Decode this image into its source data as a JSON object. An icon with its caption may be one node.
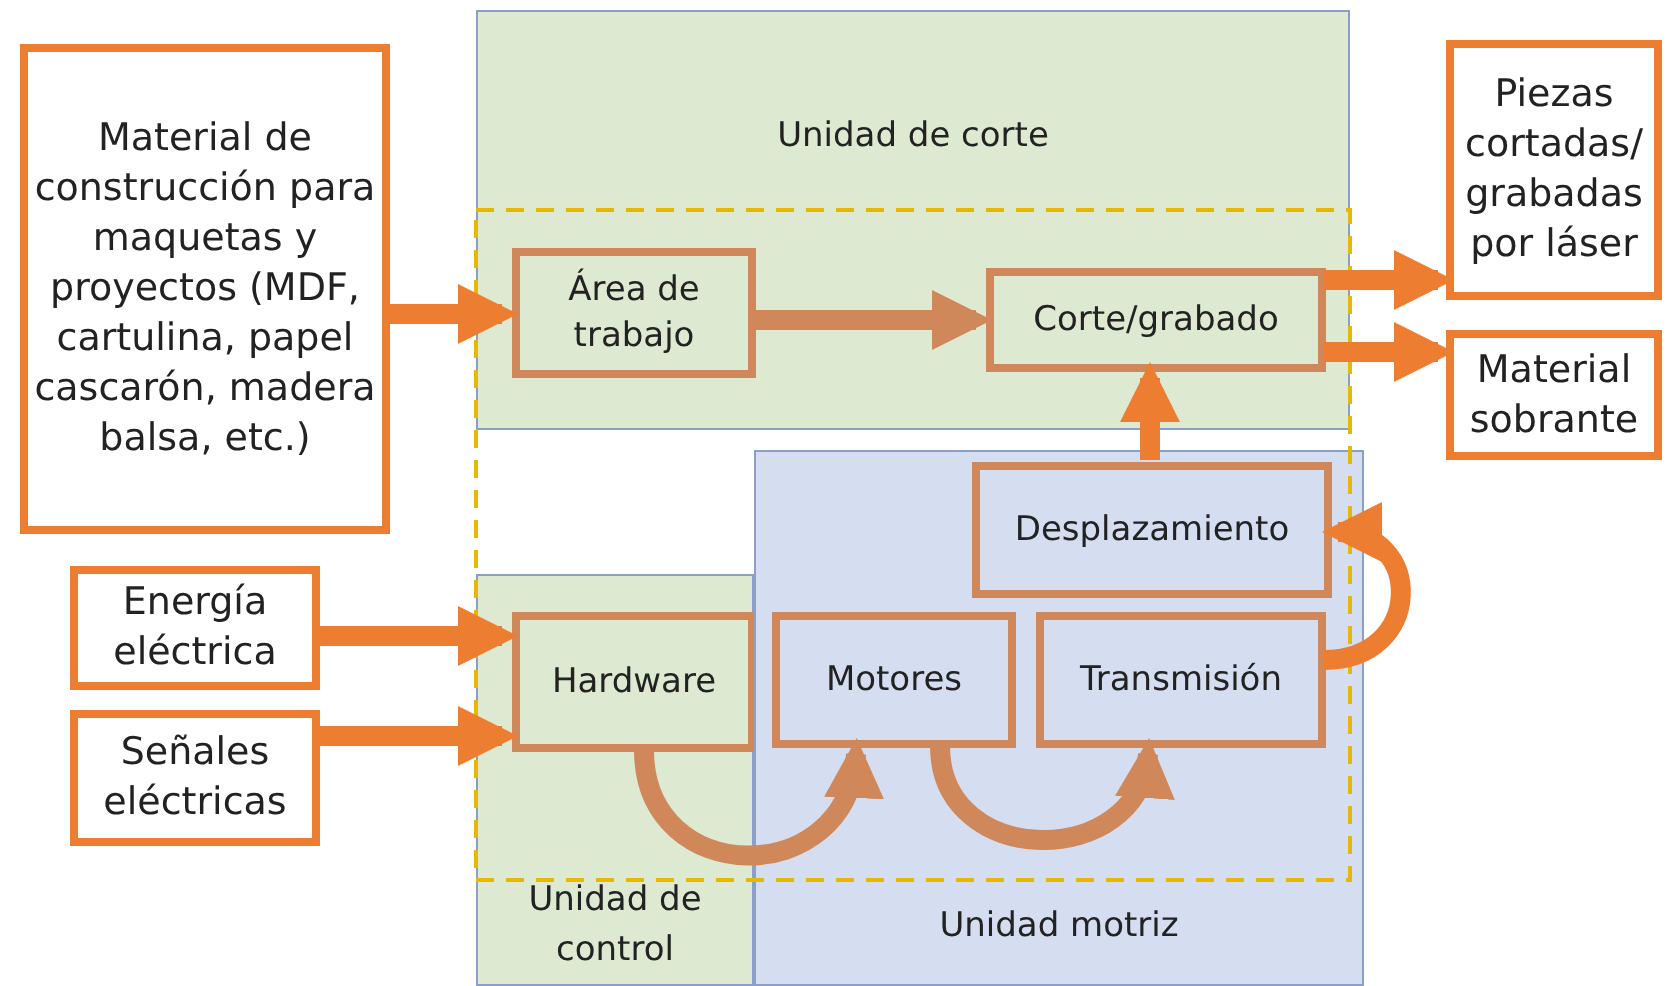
{
  "diagram": {
    "nodes": [
      {
        "text": [
          "Material de construcción para maquetas y proyectos (MDF, cartulina, papel cascarón, madera balsa, etc.)"
        ]
      },
      {
        "text": [
          "Energía eléctrica"
        ]
      },
      {
        "text": [
          "Señales eléctricas"
        ]
      },
      {
        "text": [
          "Unidad de corte"
        ]
      },
      {
        "text": [
          "Área de trabajo"
        ],
        "in": 3
      },
      {
        "text": [
          "Corte/grabado"
        ],
        "in": 3
      },
      {
        "text": [
          "Unidad de control"
        ]
      },
      {
        "text": [
          "Hardware"
        ],
        "in": 6
      },
      {
        "text": [
          "Unidad motriz"
        ]
      },
      {
        "text": [
          "Desplazamiento"
        ],
        "in": 8
      },
      {
        "text": [
          "Motores"
        ],
        "in": 8
      },
      {
        "text": [
          "Transmisión"
        ],
        "in": 8
      },
      {
        "text": [
          "Piezas cortadas/ grabadas por láser"
        ]
      },
      {
        "text": [
          "Material sobrante"
        ]
      }
    ],
    "edges": [
      {
        "from": 0,
        "to": 4,
        "arrow": "to"
      },
      {
        "from": 4,
        "to": 5,
        "arrow": "to",
        "color": "#d0875a"
      },
      {
        "from": 5,
        "to": 12,
        "arrow": "to"
      },
      {
        "from": 5,
        "to": 13,
        "arrow": "to"
      },
      {
        "from": 1,
        "to": 7,
        "arrow": "to"
      },
      {
        "from": 2,
        "to": 7,
        "arrow": "to"
      },
      {
        "from": 7,
        "to": 10,
        "arrow": "to",
        "color": "#d0875a"
      },
      {
        "from": 10,
        "to": 11,
        "arrow": "to",
        "color": "#d0875a"
      },
      {
        "from": 11,
        "to": 9,
        "arrow": "to"
      },
      {
        "from": 9,
        "to": 5,
        "arrow": "to"
      }
    ]
  }
}
